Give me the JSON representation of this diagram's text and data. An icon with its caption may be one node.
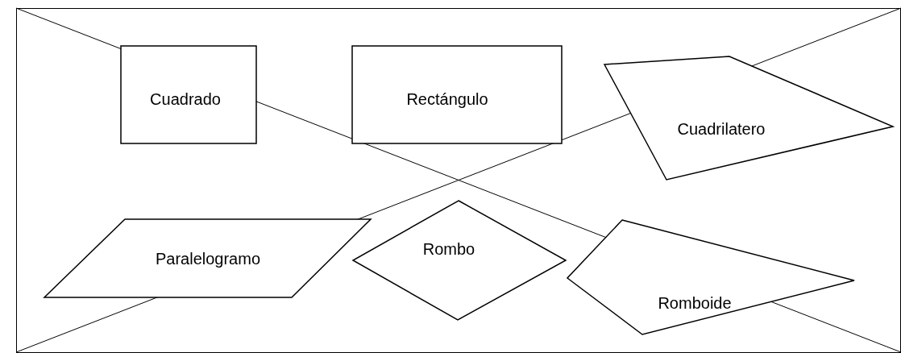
{
  "diagram": {
    "nodes": [
      {
        "text": [
          "Cuadrado"
        ]
      },
      {
        "text": [
          "Rectángulo"
        ]
      },
      {
        "text": [
          "Cuadrilatero"
        ]
      },
      {
        "text": [
          "Paralelogramo"
        ]
      },
      {
        "text": [
          "Rombo"
        ]
      },
      {
        "text": [
          "Romboide"
        ]
      }
    ]
  }
}
